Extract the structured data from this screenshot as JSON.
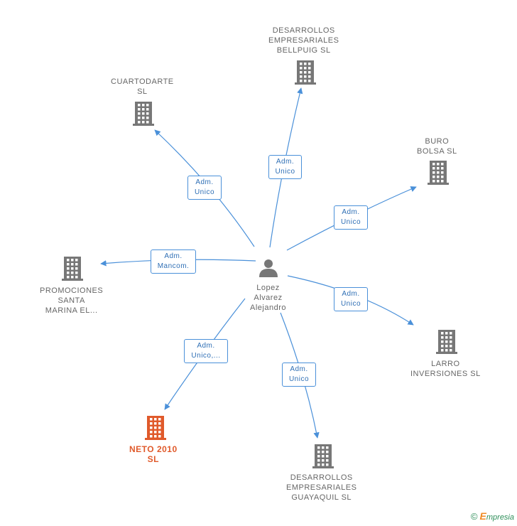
{
  "colors": {
    "company": "#777777",
    "highlight": "#e05a2b",
    "edge": "#4a90d9",
    "person": "#777777"
  },
  "center": {
    "label_lines": [
      "Lopez",
      "Alvarez",
      "Alejandro"
    ],
    "icon": "person-icon"
  },
  "nodes": [
    {
      "id": "desarrollos-bellpuig",
      "lines": [
        "DESARROLLOS",
        "EMPRESARIALES",
        "BELLPUIG SL"
      ],
      "icon": "building-icon",
      "highlight": false
    },
    {
      "id": "cuartodarte",
      "lines": [
        "CUARTODARTE",
        "SL"
      ],
      "icon": "building-icon",
      "highlight": false
    },
    {
      "id": "buro-bolsa",
      "lines": [
        "BURO",
        "BOLSA  SL"
      ],
      "icon": "building-icon",
      "highlight": false
    },
    {
      "id": "promociones-santa-marina",
      "lines": [
        "PROMOCIONES",
        "SANTA",
        "MARINA EL..."
      ],
      "icon": "building-icon",
      "highlight": false
    },
    {
      "id": "larro-inversiones",
      "lines": [
        "LARRO",
        "INVERSIONES SL"
      ],
      "icon": "building-icon",
      "highlight": false
    },
    {
      "id": "neto-2010",
      "lines": [
        "NETO 2010",
        "SL"
      ],
      "icon": "building-icon",
      "highlight": true
    },
    {
      "id": "desarrollos-guayaquil",
      "lines": [
        "DESARROLLOS",
        "EMPRESARIALES",
        "GUAYAQUIL SL"
      ],
      "icon": "building-icon",
      "highlight": false
    }
  ],
  "edges": [
    {
      "to": "desarrollos-bellpuig",
      "lines": [
        "Adm.",
        "Unico"
      ]
    },
    {
      "to": "cuartodarte",
      "lines": [
        "Adm.",
        "Unico"
      ]
    },
    {
      "to": "buro-bolsa",
      "lines": [
        "Adm.",
        "Unico"
      ]
    },
    {
      "to": "promociones-santa-marina",
      "lines": [
        "Adm.",
        "Mancom."
      ]
    },
    {
      "to": "larro-inversiones",
      "lines": [
        "Adm.",
        "Unico"
      ]
    },
    {
      "to": "neto-2010",
      "lines": [
        "Adm.",
        "Unico,..."
      ]
    },
    {
      "to": "desarrollos-guayaquil",
      "lines": [
        "Adm.",
        "Unico"
      ]
    }
  ],
  "footer": {
    "copyright": "©",
    "brand_initial": "E",
    "brand_rest": "mpresia"
  }
}
